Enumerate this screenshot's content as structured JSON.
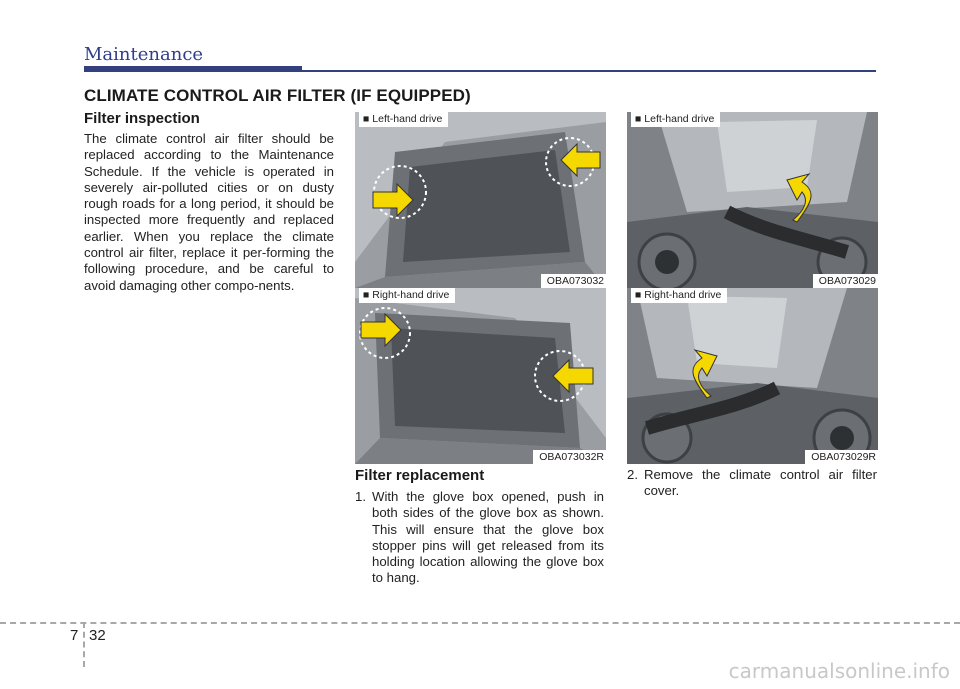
{
  "header": {
    "title": "Maintenance"
  },
  "section": {
    "title": "CLIMATE CONTROL AIR FILTER (IF EQUIPPED)"
  },
  "inspection": {
    "heading": "Filter inspection",
    "text": "The climate control air filter should be replaced according to the Maintenance Schedule. If the vehicle is operated in severely air-polluted cities or on dusty rough roads for a long period, it should be inspected more frequently and replaced earlier. When you replace the climate control air filter, replace it per-forming the following procedure, and be careful to avoid damaging other compo-nents."
  },
  "replacement": {
    "heading": "Filter replacement",
    "step1_num": "1.",
    "step1_text": "With the glove box opened, push in both sides of the glove box as shown. This will ensure that the glove box stopper pins will get released from its holding location allowing the glove box to hang.",
    "step2_num": "2.",
    "step2_text": "Remove the climate control air filter cover."
  },
  "figures": {
    "glovebox_lhd": {
      "tag": "■ Left-hand drive",
      "code": "OBA073032"
    },
    "glovebox_rhd": {
      "tag": "■ Right-hand drive",
      "code": "OBA073032R"
    },
    "cover_lhd": {
      "tag": "■ Left-hand drive",
      "code": "OBA073029"
    },
    "cover_rhd": {
      "tag": "■ Right-hand drive",
      "code": "OBA073029R"
    }
  },
  "footer": {
    "chapter": "7",
    "page": "32"
  },
  "watermark": "carmanualsonline.info",
  "colors": {
    "header": "#2f3d8f",
    "arrow": "#f5d800",
    "photo": "#8f9398"
  }
}
